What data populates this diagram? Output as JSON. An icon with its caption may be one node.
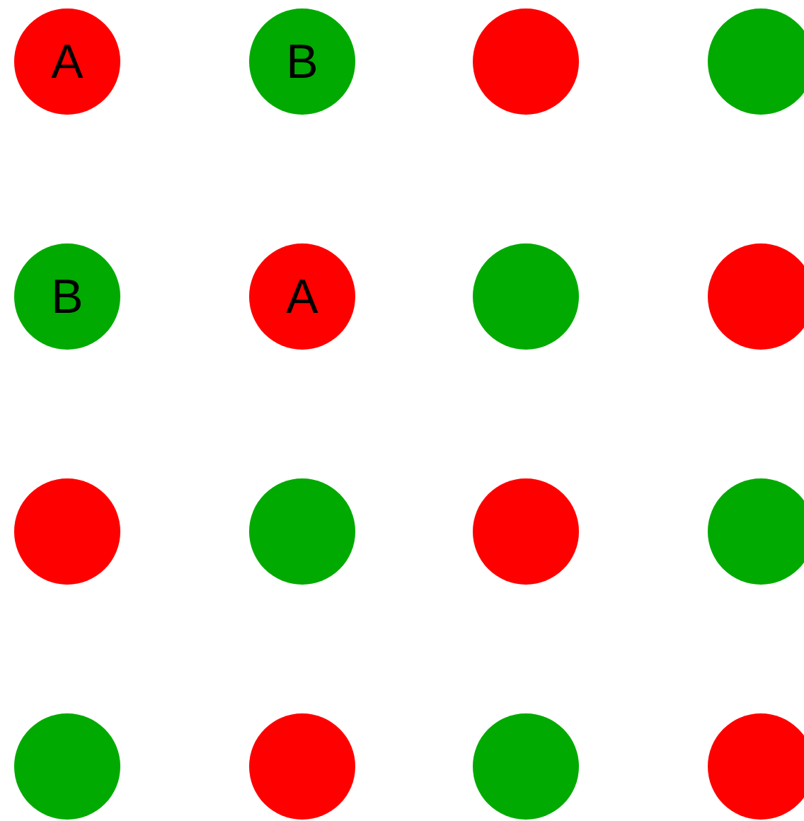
{
  "diagram": {
    "nodes": [
      {
        "text": [
          "A"
        ]
      },
      {
        "text": [
          "B"
        ]
      },
      {
        "text": [],
        "shape": "circle"
      },
      {
        "text": [],
        "shape": "circle"
      },
      {
        "text": [
          "B"
        ]
      },
      {
        "text": [
          "A"
        ]
      },
      {
        "text": [],
        "shape": "circle"
      },
      {
        "text": [],
        "shape": "circle"
      },
      {
        "text": [],
        "shape": "circle"
      },
      {
        "text": [],
        "shape": "circle"
      },
      {
        "text": [],
        "shape": "circle"
      },
      {
        "text": [],
        "shape": "circle"
      },
      {
        "text": [],
        "shape": "circle"
      },
      {
        "text": [],
        "shape": "circle"
      },
      {
        "text": [],
        "shape": "circle"
      },
      {
        "text": [],
        "shape": "circle"
      }
    ]
  }
}
